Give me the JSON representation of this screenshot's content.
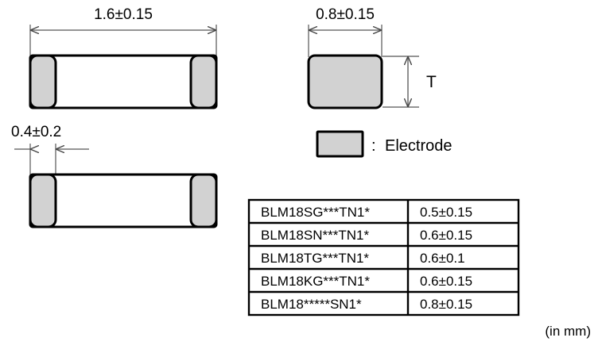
{
  "figure": {
    "title_unit_note": "(in mm)",
    "colors": {
      "electrode_fill": "#d2d2d2",
      "body_fill": "#ffffff",
      "outline": "#000000",
      "dimension_line": "#555555",
      "background": "#ffffff"
    }
  },
  "top_view": {
    "length_dimension": "1.6±0.15"
  },
  "bottom_view": {
    "electrode_width_dimension": "0.4±0.2"
  },
  "end_view": {
    "width_dimension": "0.8±0.15",
    "thickness_label": "T"
  },
  "legend": {
    "separator": ":",
    "label": "Electrode"
  },
  "table": {
    "rows": [
      {
        "part_number": "BLM18SG***TN1*",
        "thickness": "0.5±0.15"
      },
      {
        "part_number": "BLM18SN***TN1*",
        "thickness": "0.6±0.15"
      },
      {
        "part_number": "BLM18TG***TN1*",
        "thickness": "0.6±0.1"
      },
      {
        "part_number": "BLM18KG***TN1*",
        "thickness": "0.6±0.15"
      },
      {
        "part_number": "BLM18*****SN1*",
        "thickness": "0.8±0.15"
      }
    ]
  }
}
